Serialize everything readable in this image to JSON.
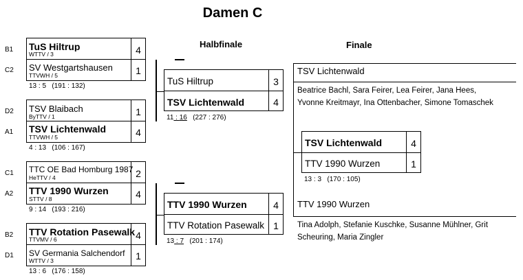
{
  "title": "Damen C",
  "headings": {
    "semifinal": "Halbfinale",
    "final": "Finale"
  },
  "r1": [
    {
      "top": {
        "seed": "B1",
        "team": "TuS Hiltrup",
        "assoc": "WTTV / 3",
        "score": "4",
        "winner": true
      },
      "bottom": {
        "seed": "C2",
        "team": "SV Westgartshausen",
        "assoc": "TTVWH / 5",
        "score": "1",
        "winner": false
      },
      "result": "13 : 5",
      "balls": "(191 : 132)"
    },
    {
      "top": {
        "seed": "D2",
        "team": "TSV Blaibach",
        "assoc": "ByTTV / 1",
        "score": "1",
        "winner": false
      },
      "bottom": {
        "seed": "A1",
        "team": "TSV Lichtenwald",
        "assoc": "TTVWH / 5",
        "score": "4",
        "winner": true
      },
      "result": "4 : 13",
      "balls": "(106 : 167)"
    },
    {
      "top": {
        "seed": "C1",
        "team": "TTC OE Bad Homburg 1987",
        "assoc": "HeTTV / 4",
        "score": "2",
        "winner": false
      },
      "bottom": {
        "seed": "A2",
        "team": "TTV 1990 Wurzen",
        "assoc": "STTV / 8",
        "score": "4",
        "winner": true
      },
      "result": "9 : 14",
      "balls": "(193 : 216)"
    },
    {
      "top": {
        "seed": "B2",
        "team": "TTV Rotation Pasewalk",
        "assoc": "TTVMV / 6",
        "score": "4",
        "winner": true
      },
      "bottom": {
        "seed": "D1",
        "team": "SV Germania Salchendorf",
        "assoc": "WTTV / 3",
        "score": "1",
        "winner": false
      },
      "result": "13 : 6",
      "balls": "(176 : 158)"
    }
  ],
  "sf": [
    {
      "top": {
        "team": "TuS Hiltrup",
        "score": "3"
      },
      "bottom": {
        "team": "TSV Lichtenwald",
        "score": "4"
      },
      "result_a": "11",
      "result_sep": " : ",
      "result_b": "16",
      "balls": "(227 : 276)"
    },
    {
      "top": {
        "team": "TTV 1990 Wurzen",
        "score": "4"
      },
      "bottom": {
        "team": "TTV Rotation Pasewalk",
        "score": "1"
      },
      "result_a": "13",
      "result_sep": " : ",
      "result_b": "7",
      "balls": "(201 : 174)"
    }
  ],
  "final": {
    "top": {
      "team": "TSV Lichtenwald",
      "score": "4"
    },
    "bottom": {
      "team": "TTV 1990 Wurzen",
      "score": "1"
    },
    "result": "13 : 3",
    "balls": "(170 : 105)"
  },
  "rosters": [
    {
      "team": "TSV Lichtenwald",
      "line1": "Beatrice Bachl, Sara Feirer, Lea Feirer, Jana Hees,",
      "line2": "Yvonne Kreitmayr, Ina Ottenbacher, Simone Tomaschek"
    },
    {
      "team": "TTV 1990 Wurzen",
      "line1": "Tina Adolph, Stefanie Kuschke, Susanne Mühlner, Grit",
      "line2": "Scheuring, Maria Zingler"
    }
  ]
}
